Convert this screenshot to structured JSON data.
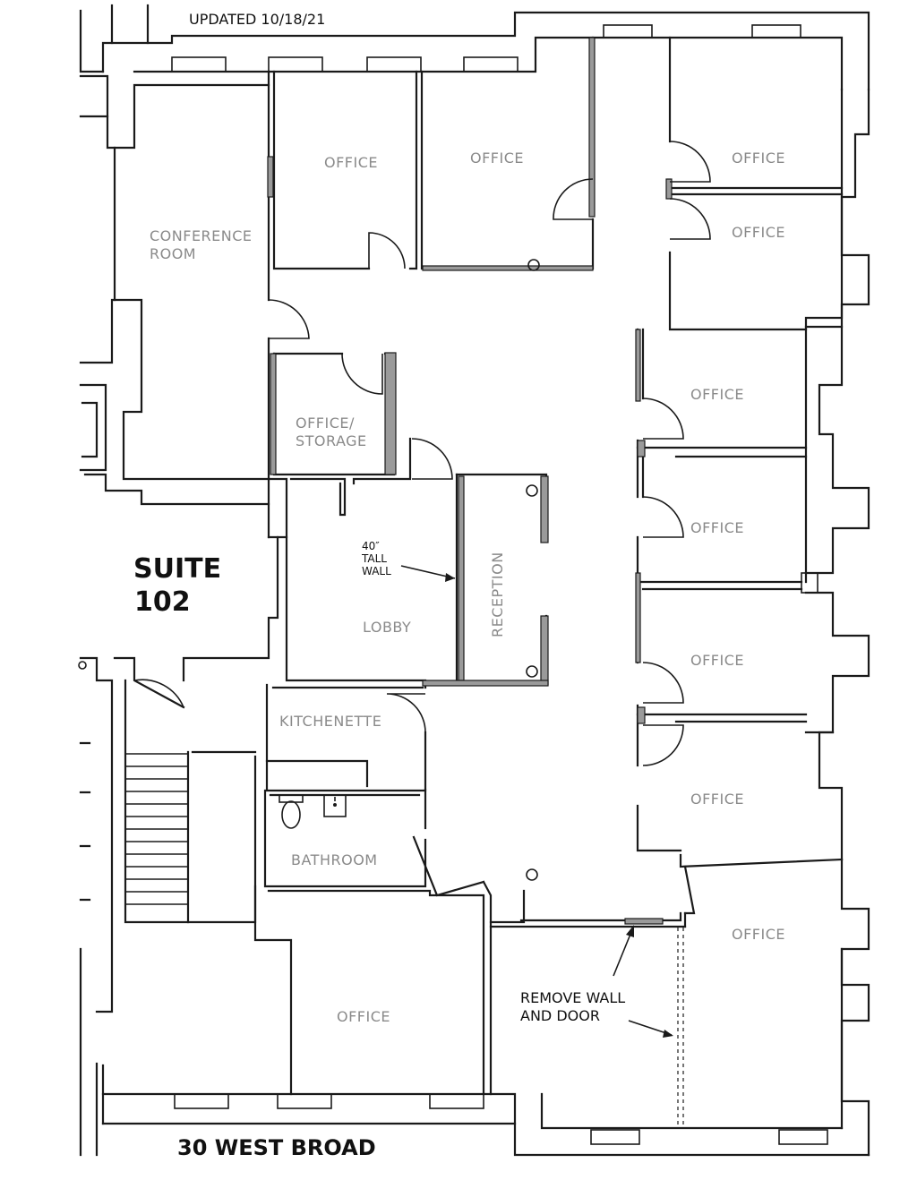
{
  "header": {
    "updated": "UPDATED 10/18/21"
  },
  "suite": {
    "line1": "SUITE",
    "line2": "102"
  },
  "address": "30 WEST BROAD",
  "rooms": {
    "conference_line1": "CONFERENCE",
    "conference_line2": "ROOM",
    "office": "OFFICE",
    "office_storage_line1": "OFFICE/",
    "office_storage_line2": "STORAGE",
    "lobby": "LOBBY",
    "reception": "RECEPTION",
    "kitchenette": "KITCHENETTE",
    "bathroom": "BATHROOM"
  },
  "notes": {
    "tall_wall_line1": "40″",
    "tall_wall_line2": "TALL",
    "tall_wall_line3": "WALL",
    "remove_line1": "REMOVE WALL",
    "remove_line2": "AND DOOR"
  }
}
